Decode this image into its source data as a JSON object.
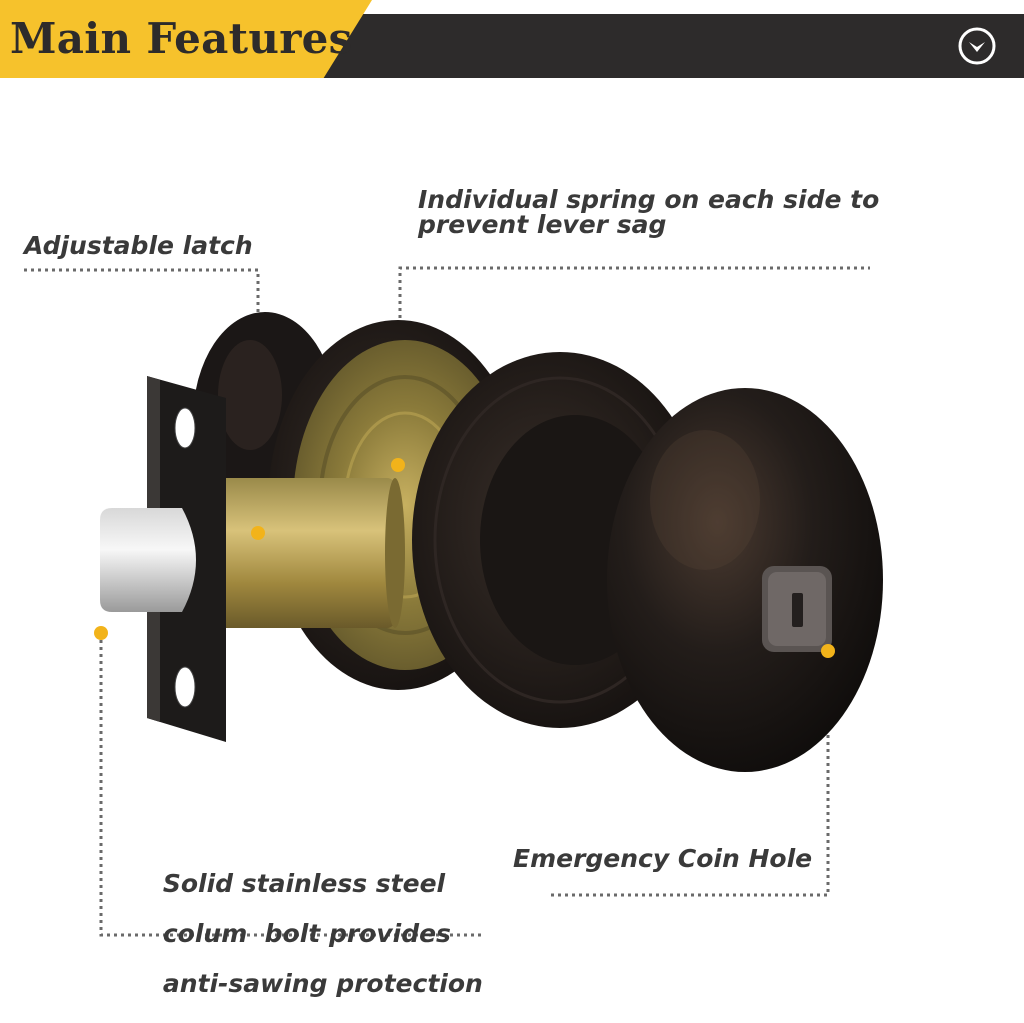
{
  "banner": {
    "title": "Main Features",
    "icon": "chevron-down-circle-icon",
    "colors": {
      "accent": "#f6c22c",
      "dark": "#2d2b2b"
    }
  },
  "callouts": {
    "spring": {
      "lines": [
        "Individual spring on each side to",
        "prevent lever sag"
      ]
    },
    "latch": {
      "lines": [
        "Adjustable latch"
      ]
    },
    "bolt": {
      "lines": [
        "Solid stainless steel",
        "colum  bolt provides",
        "anti-sawing protection"
      ]
    },
    "coin": {
      "lines": [
        "Emergency Coin Hole"
      ]
    },
    "marker_color": "#f2b31a"
  },
  "product": {
    "finish_color": "#1e1a18",
    "rose_color": "#8e7a3c"
  }
}
